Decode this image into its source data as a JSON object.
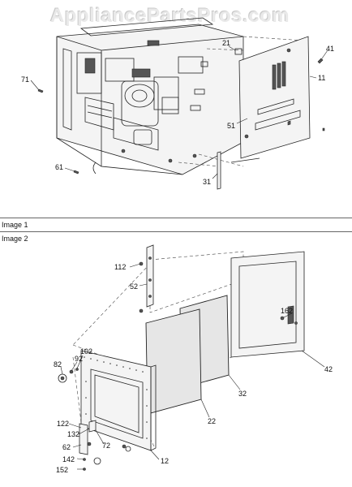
{
  "watermark": "AppliancePartsPros.com",
  "images": [
    {
      "label": "Image 1",
      "callouts": [
        {
          "id": "c21",
          "text": "21"
        },
        {
          "id": "c41",
          "text": "41"
        },
        {
          "id": "c71",
          "text": "71"
        },
        {
          "id": "c11",
          "text": "11"
        },
        {
          "id": "c51",
          "text": "51"
        },
        {
          "id": "c61",
          "text": "61"
        },
        {
          "id": "c31",
          "text": "31"
        }
      ]
    },
    {
      "label": "Image 2",
      "callouts": [
        {
          "id": "c112",
          "text": "112"
        },
        {
          "id": "c52",
          "text": "52"
        },
        {
          "id": "c162",
          "text": "162"
        },
        {
          "id": "c102",
          "text": "102"
        },
        {
          "id": "c92",
          "text": "92"
        },
        {
          "id": "c82",
          "text": "82"
        },
        {
          "id": "c42",
          "text": "42"
        },
        {
          "id": "c32",
          "text": "32"
        },
        {
          "id": "c22",
          "text": "22"
        },
        {
          "id": "c122",
          "text": "122"
        },
        {
          "id": "c132",
          "text": "132"
        },
        {
          "id": "c72",
          "text": "72"
        },
        {
          "id": "c62",
          "text": "62"
        },
        {
          "id": "c142",
          "text": "142"
        },
        {
          "id": "c152",
          "text": "152"
        },
        {
          "id": "c12",
          "text": "12"
        }
      ]
    }
  ]
}
